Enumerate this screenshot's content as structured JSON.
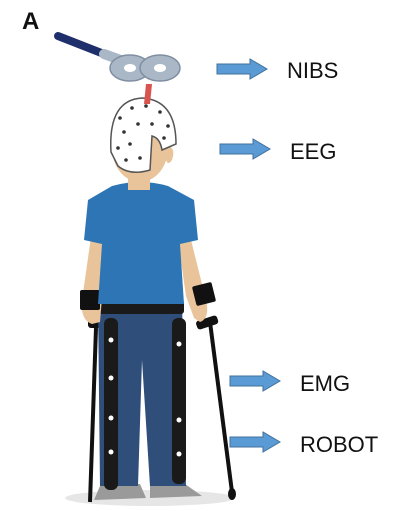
{
  "panel": {
    "letter": "A"
  },
  "labels": {
    "nibs": "NIBS",
    "eeg": "EEG",
    "emg": "EMG",
    "robot": "ROBOT"
  },
  "icons": {
    "arrow": "right-arrow-icon",
    "coil": "tms-coil-icon",
    "cap": "eeg-cap-icon",
    "exoskeleton": "exoskeleton-icon"
  },
  "colors": {
    "arrow_fill": "#5b9bd5",
    "arrow_stroke": "#41719c",
    "shirt": "#2e75b6",
    "pants": "#2f4e7a",
    "skin": "#e9c49a",
    "robot_frame": "#1a1a1a",
    "coil": "#a9b7c6"
  }
}
